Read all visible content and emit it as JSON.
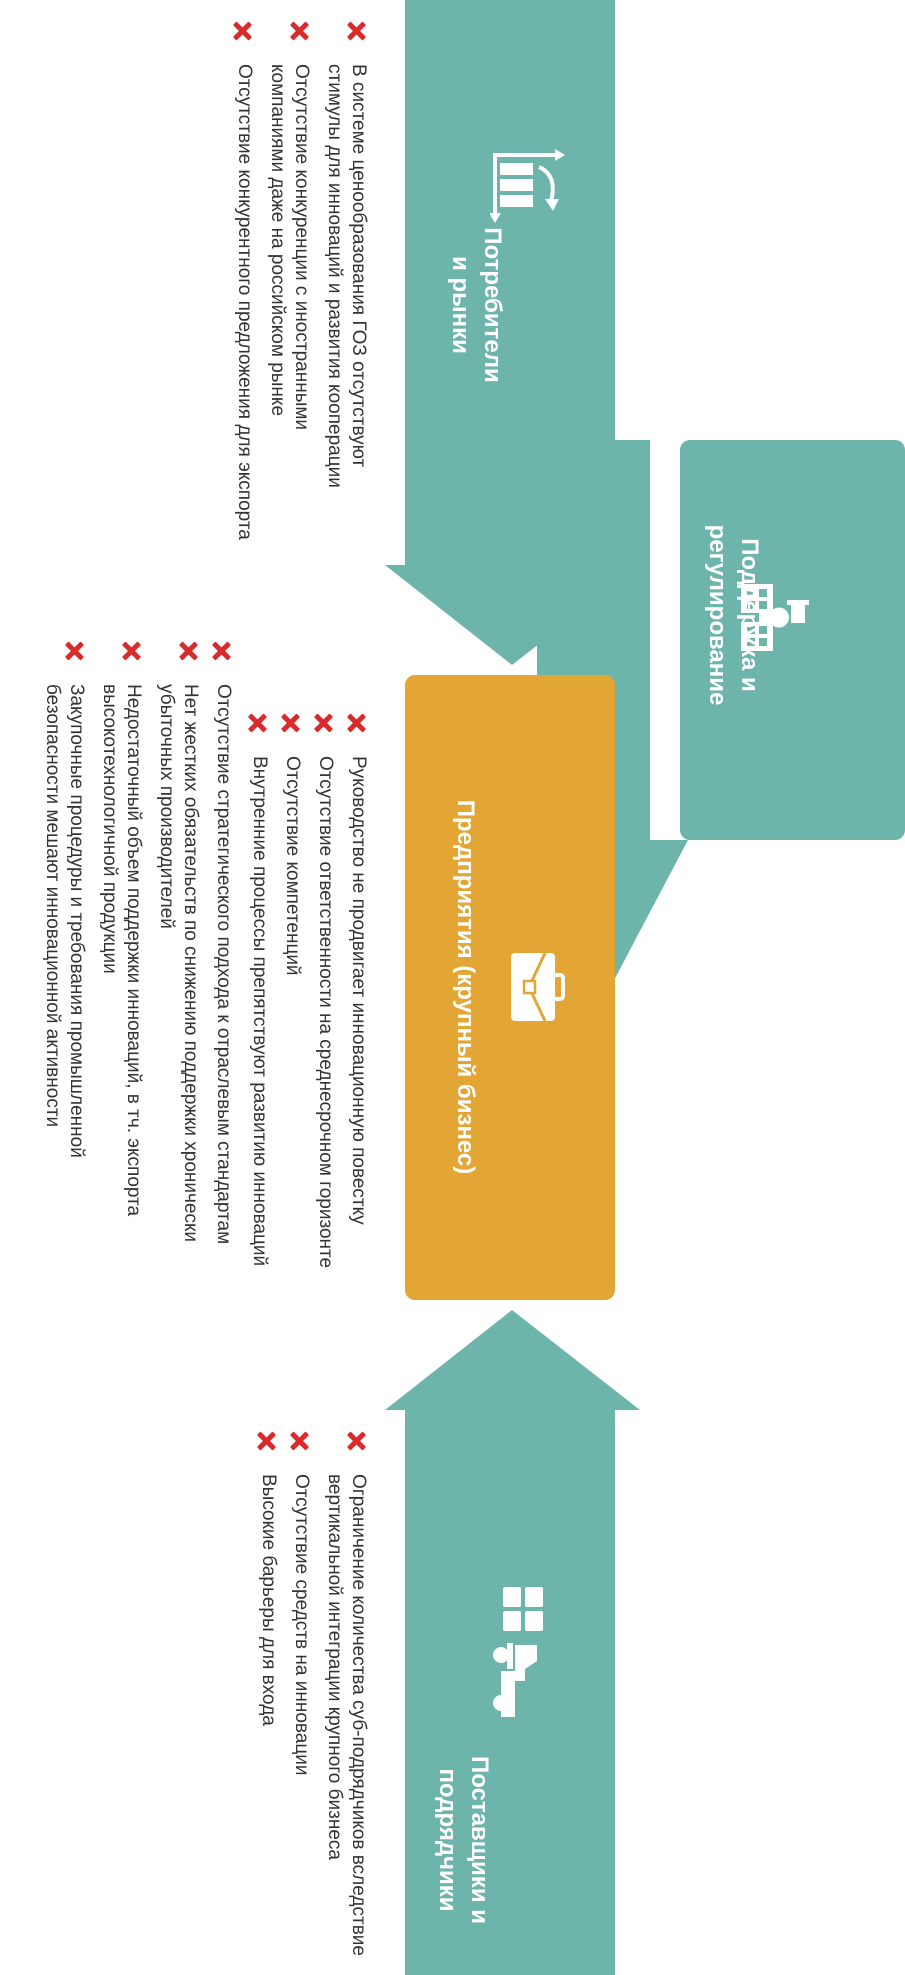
{
  "colors": {
    "teal": "#6db4ab",
    "orange": "#e3a534",
    "bullet_x": "#d92b2b",
    "text": "#333333"
  },
  "support": {
    "title": "Поддержка и регулирование",
    "icon": "government-building-icon",
    "items": [
      "Отсутствие стратегического подхода к отраслевым стандартам",
      "Нет жестких обязательств по снижению поддержки хронически убыточных производителей",
      "Недостаточный объем поддержки инноваций, в тч. экспорта высокотехнологичной продукции",
      "Закупочные процедуры и требования промышленной безопасности мешают инновационной активности"
    ]
  },
  "consumers": {
    "title": "Потребители и рынки",
    "icon": "growth-chart-icon",
    "items": [
      "В системе ценообразования ГОЗ отсутствуют стимулы для инноваций и развития кооперации",
      "Отсутствие конкуренции с иностранными компаниями даже на российском рынке",
      "Отсутствие конкурентного предложения для экспорта"
    ]
  },
  "enterprise": {
    "title": "Предприятия (крупный бизнес)",
    "icon": "briefcase-icon",
    "items": [
      "Руководство не продвигает инновационную повестку",
      "Отсутствие ответственности на среднесрочном горизонте",
      "Отсутствие компетенций",
      "Внутренние процессы препятствуют развитию инноваций"
    ]
  },
  "suppliers": {
    "title": "Поставщики и подрядчики",
    "icon": "delivery-truck-icon",
    "items": [
      "Ограничение количества суб-подрядчиков вследствие вертикальной интеграции крупного бизнеса",
      "Отсутствие средств на инновации",
      "Высокие барьеры для входа"
    ]
  }
}
